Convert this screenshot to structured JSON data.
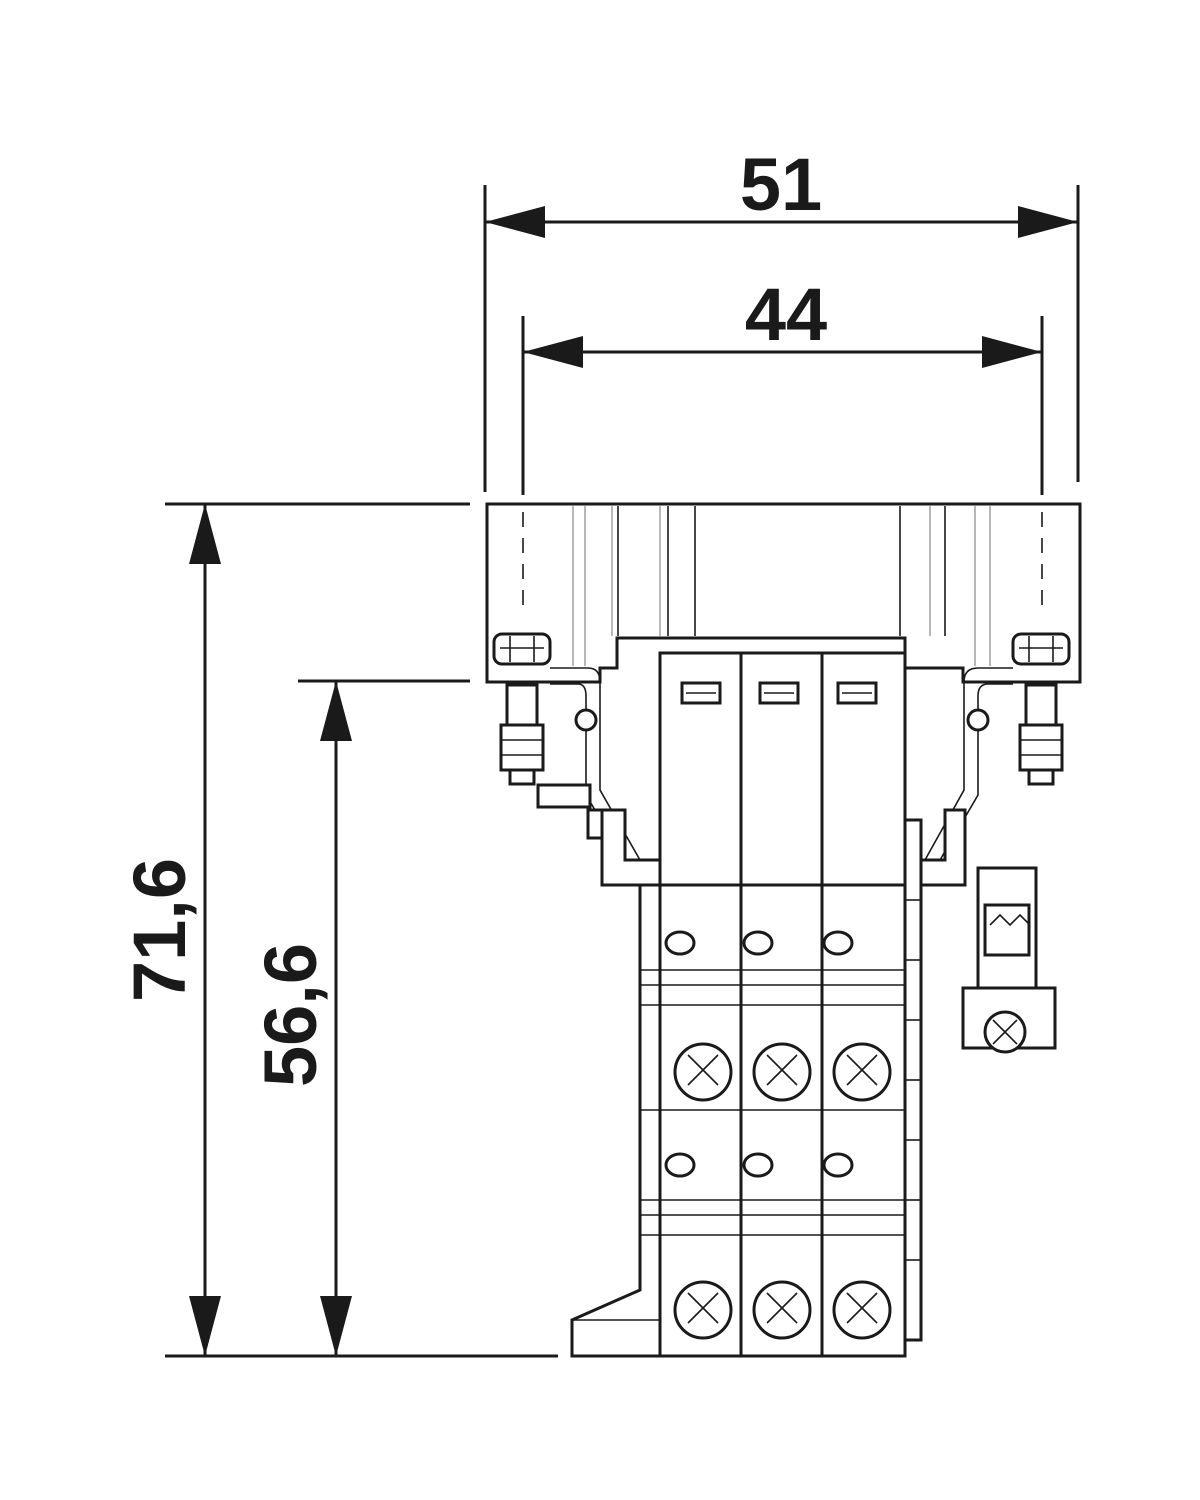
{
  "dimensions": {
    "overall_width": "51",
    "inner_width": "44",
    "overall_height": "71,6",
    "lower_height": "56,6"
  },
  "colors": {
    "line": "#1a1a1a",
    "background": "#ffffff"
  }
}
